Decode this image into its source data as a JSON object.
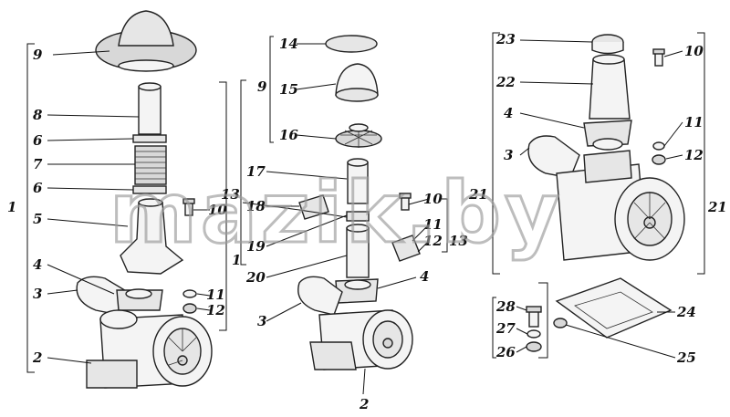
{
  "watermark": "mazik.by",
  "callouts": {
    "c1_l": "1",
    "c1_r": "1",
    "c2_l": "2",
    "c2_c": "2",
    "c3_l": "3",
    "c3_c": "3",
    "c3_r": "3",
    "c4_l": "4",
    "c4_c": "4",
    "c4_r": "4",
    "c5": "5",
    "c6_a": "6",
    "c6_b": "6",
    "c7": "7",
    "c8": "8",
    "c9_l": "9",
    "c9_c": "9",
    "c10_l": "10",
    "c10_c": "10",
    "c10_r": "10",
    "c11_l": "11",
    "c11_c": "11",
    "c11_r": "11",
    "c12_l": "12",
    "c12_c": "12",
    "c12_r": "12",
    "c13_a": "13",
    "c13_b": "13",
    "c14": "14",
    "c15": "15",
    "c16": "16",
    "c17": "17",
    "c18": "18",
    "c19": "19",
    "c20": "20",
    "c21_l": "21",
    "c21_r": "21",
    "c22": "22",
    "c23": "23",
    "c24": "24",
    "c25": "25",
    "c26": "26",
    "c27": "27",
    "c28": "28"
  }
}
